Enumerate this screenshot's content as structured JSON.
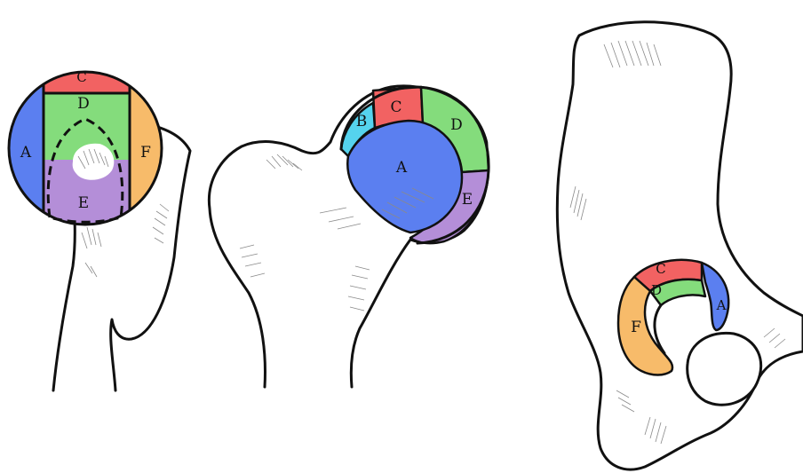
{
  "colors": {
    "A": "#5b7ff0",
    "B": "#55d3ee",
    "C": "#f26262",
    "D": "#84dc7c",
    "E": "#b48ed8",
    "F": "#f7bb6a"
  },
  "figure1": {
    "labels": {
      "A": "A",
      "C": "C",
      "D": "D",
      "E": "E",
      "F": "F"
    }
  },
  "figure2": {
    "labels": {
      "A": "A",
      "B": "B",
      "C": "C",
      "D": "D",
      "E": "E"
    }
  },
  "figure3": {
    "labels": {
      "A": "A",
      "C": "C",
      "D": "D",
      "F": "F"
    }
  }
}
